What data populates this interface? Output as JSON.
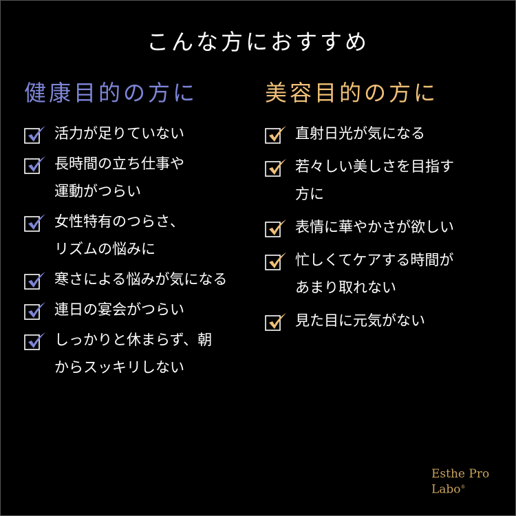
{
  "title": "こんな方におすすめ",
  "colors": {
    "health": "#7e86d8",
    "beauty": "#f0c078",
    "logo": "#c9a35c"
  },
  "health": {
    "heading": "健康目的の方に",
    "items": [
      {
        "lines": [
          "活力が足りていない"
        ]
      },
      {
        "lines": [
          "長時間の立ち仕事や",
          "運動がつらい"
        ]
      },
      {
        "lines": [
          "女性特有のつらさ、",
          "リズムの悩みに"
        ]
      },
      {
        "lines": [
          "寒さによる悩みが気になる"
        ]
      },
      {
        "lines": [
          "連日の宴会がつらい"
        ]
      },
      {
        "lines": [
          "しっかりと休まらず、朝",
          "からスッキリしない"
        ]
      }
    ]
  },
  "beauty": {
    "heading": "美容目的の方に",
    "items": [
      {
        "lines": [
          "直射日光が気になる"
        ]
      },
      {
        "lines": [
          "若々しい美しさを目指す",
          "方に"
        ]
      },
      {
        "lines": [
          "表情に華やかさが欲しい"
        ]
      },
      {
        "lines": [
          "忙しくてケアする時間が",
          "あまり取れない"
        ]
      },
      {
        "lines": [
          "見た目に元気がない"
        ]
      }
    ]
  },
  "logo": {
    "line1": "Esthe Pro",
    "line2": "Labo",
    "mark": "®"
  }
}
